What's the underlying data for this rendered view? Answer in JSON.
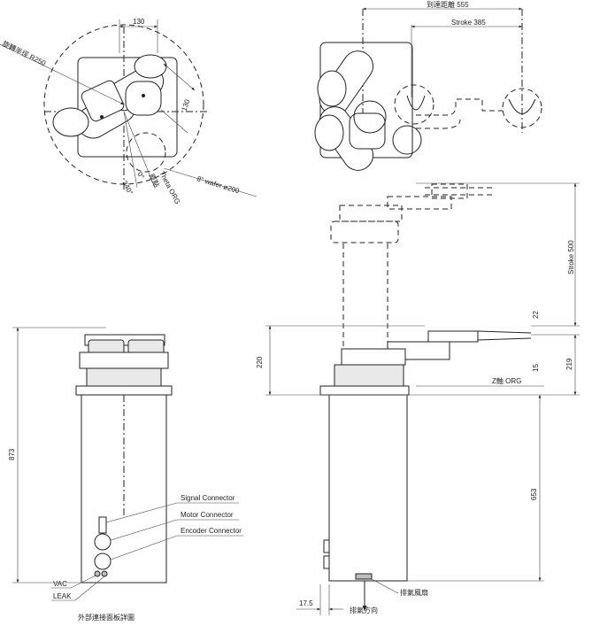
{
  "top_left_view": {
    "dim_width": "130",
    "dim_side": "130",
    "rotation_radius": "旋轉半徑 R250",
    "theta_org": "Theta ORG",
    "angle_0": "0°",
    "angle_340": "340°",
    "origin_cn": "原點",
    "wafer": "8\" wafer ø200"
  },
  "top_right_view": {
    "reach": "到達距離  555",
    "stroke": "Stroke 385"
  },
  "side_view": {
    "stroke_z": "Stroke 500",
    "dim_22": "22",
    "dim_220": "220",
    "dim_219": "219",
    "dim_15": "15",
    "z_org": "Z軸  ORG",
    "dim_653": "653",
    "dim_17_5": "17.5",
    "exhaust_fan": "排氣風扇",
    "exhaust_dir": "排氣方向"
  },
  "front_view": {
    "dim_873": "873",
    "signal_connector": "Signal Connector",
    "motor_connector": "Motor Connector",
    "encoder_connector": "Encoder Connector",
    "vac": "VAC",
    "leak": "LEAK",
    "panel_caption": "外部連接面板詳圖"
  }
}
